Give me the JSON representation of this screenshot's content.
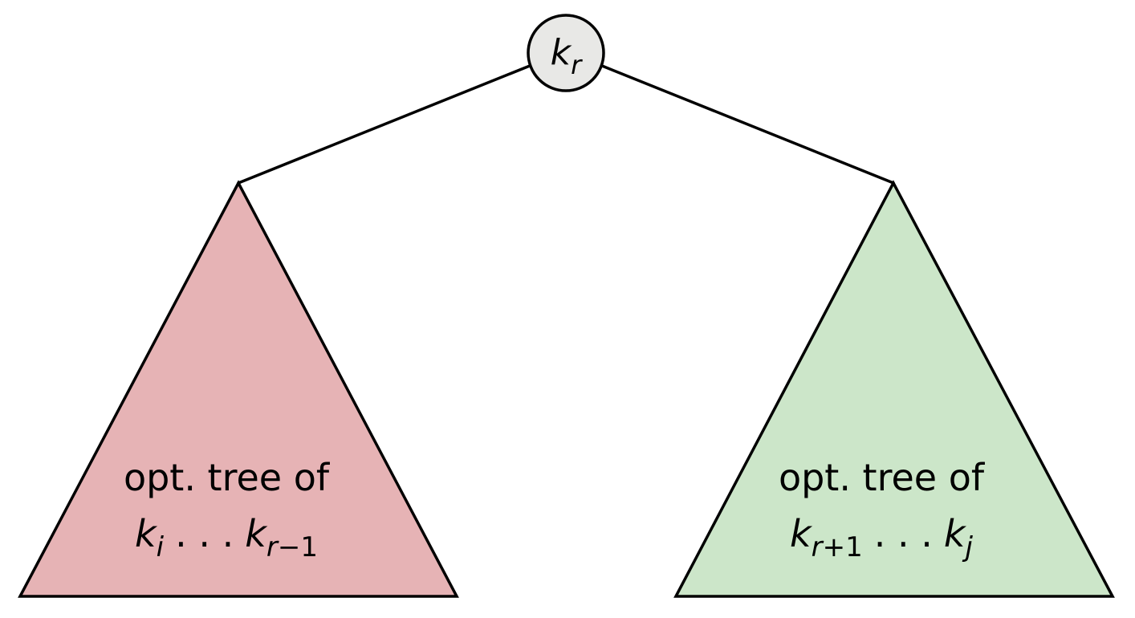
{
  "root": {
    "symbol": "k",
    "subscript": "r",
    "fill": "#e8e8e6"
  },
  "left_subtree": {
    "line1": "opt. tree of",
    "start_symbol": "k",
    "start_subscript": "i",
    "dots": ". . .",
    "end_symbol": "k",
    "end_subscript_var": "r",
    "end_subscript_rest": "−1",
    "fill": "#e6b3b5"
  },
  "right_subtree": {
    "line1": "opt. tree of",
    "start_symbol": "k",
    "start_subscript_var": "r",
    "start_subscript_rest": "+1",
    "dots": ". . .",
    "end_symbol": "k",
    "end_subscript": "j",
    "fill": "#cce6c9"
  }
}
